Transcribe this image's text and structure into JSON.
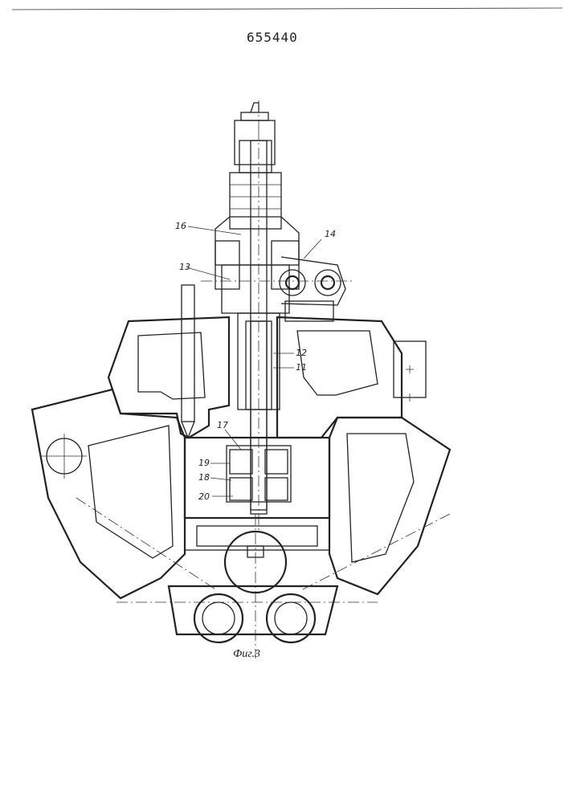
{
  "document": {
    "number": "655440",
    "caption": "Фиг.3"
  },
  "callouts": [
    {
      "id": "16",
      "text": "16"
    },
    {
      "id": "14",
      "text": "14"
    },
    {
      "id": "13",
      "text": "13"
    },
    {
      "id": "12",
      "text": "12"
    },
    {
      "id": "11",
      "text": "11"
    },
    {
      "id": "17",
      "text": "17"
    },
    {
      "id": "19",
      "text": "19"
    },
    {
      "id": "18",
      "text": "18"
    },
    {
      "id": "20",
      "text": "20"
    }
  ]
}
